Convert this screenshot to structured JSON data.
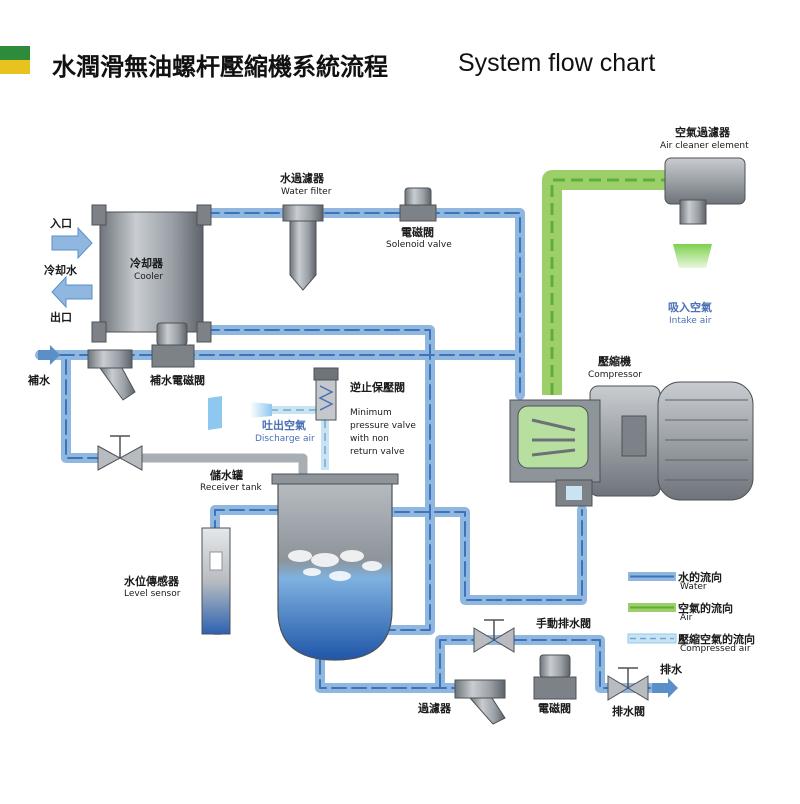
{
  "title": {
    "zh": "水潤滑無油螺杆壓縮機系統流程",
    "en": "System flow chart"
  },
  "colors": {
    "water_pipe": "#8fb7df",
    "water_core": "#3f73b8",
    "air_pipe": "#9ccf6a",
    "air_core": "#5fae38",
    "compressed_pipe": "#c9e3f2",
    "equipment": "#9aa0a6",
    "title_bar_green": "#2e8b3a",
    "title_bar_yellow": "#e8c21e"
  },
  "labels": {
    "inlet": "入口",
    "cooling_water": "冷却水",
    "outlet": "出口",
    "cooler_zh": "冷却器",
    "cooler_en": "Cooler",
    "water_filter_zh": "水過濾器",
    "water_filter_en": "Water filter",
    "solenoid_zh": "電磁閥",
    "solenoid_en": "Solenoid valve",
    "air_cleaner_zh": "空氣過濾器",
    "air_cleaner_en": "Air cleaner element",
    "intake_zh": "吸入空氣",
    "intake_en": "Intake air",
    "makeup": "補水",
    "makeup_solenoid": "補水電磁閥",
    "min_pressure_zh": "逆止保壓閥",
    "min_pressure_en1": "Minimum",
    "min_pressure_en2": "pressure valve",
    "min_pressure_en3": "with non",
    "min_pressure_en4": "return valve",
    "discharge_zh": "吐出空氣",
    "discharge_en": "Discharge air",
    "compressor_zh": "壓縮機",
    "compressor_en": "Compressor",
    "receiver_zh": "儲水罐",
    "receiver_en": "Receiver tank",
    "level_zh": "水位傳感器",
    "level_en": "Level sensor",
    "manual_drain": "手動排水閥",
    "drain": "排水",
    "filter": "過濾器",
    "solenoid2": "電磁閥",
    "drain_valve": "排水閥"
  },
  "legend": [
    {
      "zh": "水的流向",
      "en": "Water"
    },
    {
      "zh": "空氣的流向",
      "en": "Air"
    },
    {
      "zh": "壓縮空氣的流向",
      "en": "Compressed air"
    }
  ]
}
